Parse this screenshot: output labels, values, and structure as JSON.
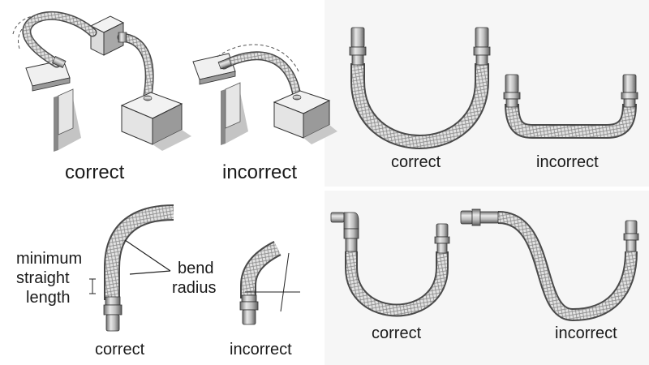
{
  "labels": {
    "p1_correct": "correct",
    "p1_incorrect": "incorrect",
    "p2_correct": "correct",
    "p2_incorrect": "incorrect",
    "p3_correct": "correct",
    "p3_incorrect": "incorrect",
    "p4_correct": "correct",
    "p4_incorrect": "incorrect",
    "min_straight": "minimum",
    "min_straight_2": "straight",
    "min_straight_3": "length",
    "bend": "bend",
    "radius": "radius"
  },
  "colors": {
    "ink": "#1a1a1a",
    "hose_edge": "#4a4a4a",
    "hose_fill": "#dcdcdc",
    "fitting": "#b8b8b8",
    "panel_bg": "#f6f6f6",
    "block_top": "#f2f2f2",
    "block_side": "#9a9a9a",
    "shadow": "#c4c4c4"
  }
}
